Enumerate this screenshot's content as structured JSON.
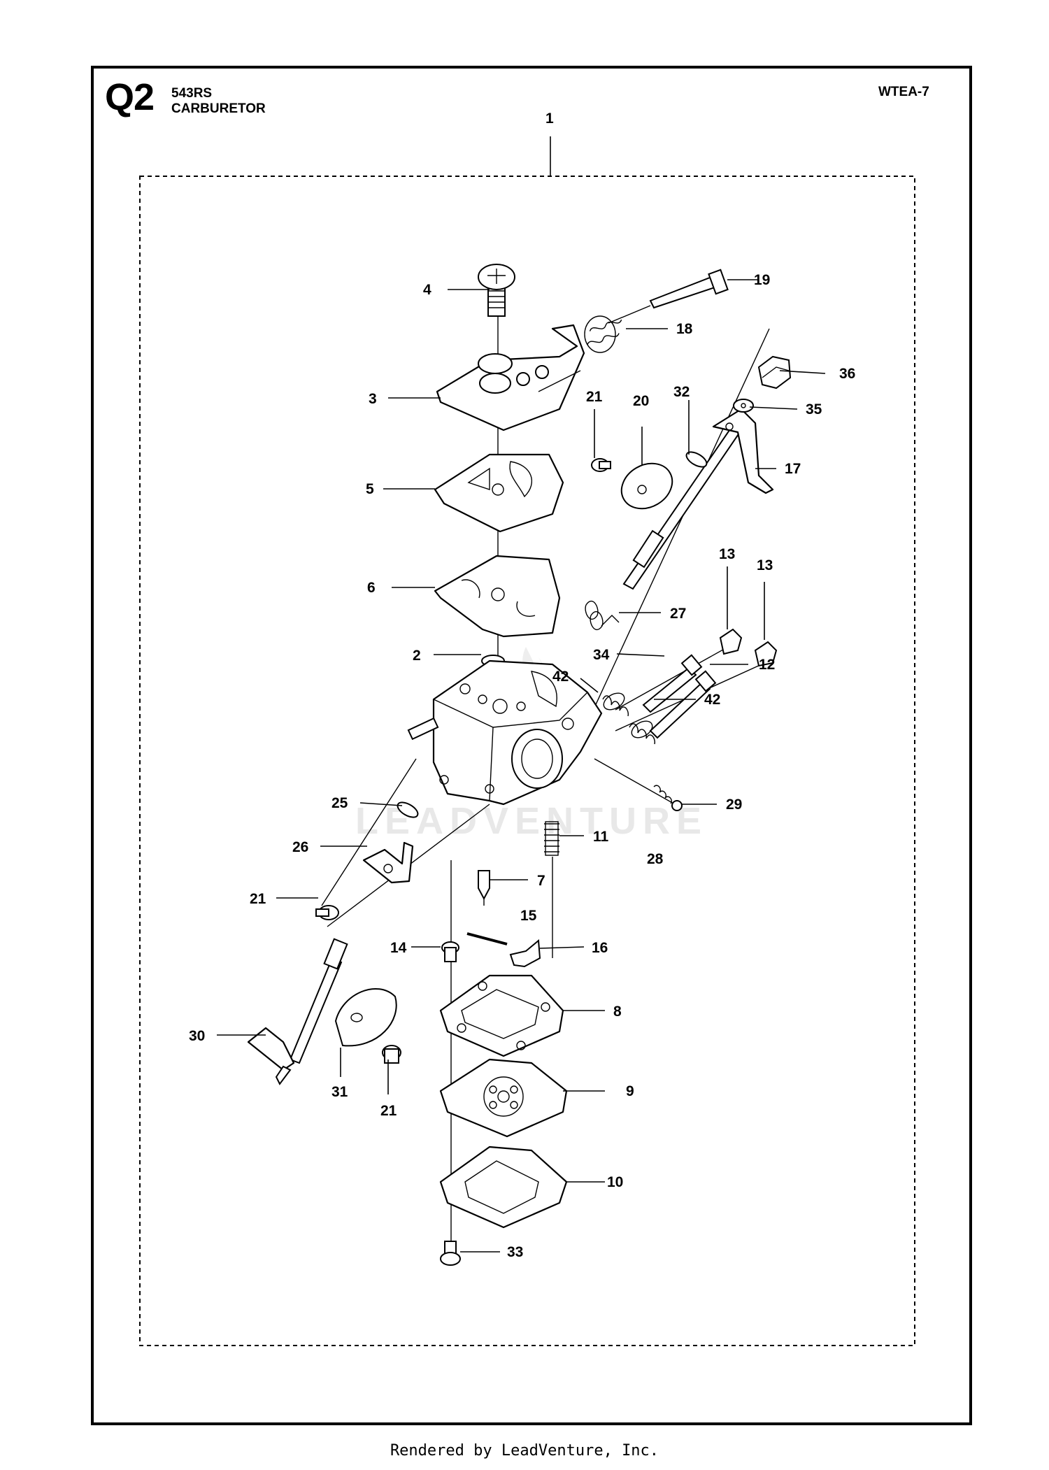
{
  "header": {
    "section_code": "Q2",
    "model": "543RS",
    "assembly_name": "CARBURETOR",
    "diagram_ref": "WTEA-7"
  },
  "watermark": "LEADVENTURE",
  "footer": {
    "credit": "Rendered by LeadVenture, Inc."
  },
  "callouts": [
    {
      "id": "c1",
      "label": "1"
    },
    {
      "id": "c4",
      "label": "4"
    },
    {
      "id": "c19",
      "label": "19"
    },
    {
      "id": "c18",
      "label": "18"
    },
    {
      "id": "c36",
      "label": "36"
    },
    {
      "id": "c3",
      "label": "3"
    },
    {
      "id": "c21a",
      "label": "21"
    },
    {
      "id": "c20",
      "label": "20"
    },
    {
      "id": "c32",
      "label": "32"
    },
    {
      "id": "c35",
      "label": "35"
    },
    {
      "id": "c17",
      "label": "17"
    },
    {
      "id": "c5",
      "label": "5"
    },
    {
      "id": "c13a",
      "label": "13"
    },
    {
      "id": "c13b",
      "label": "13"
    },
    {
      "id": "c6",
      "label": "6"
    },
    {
      "id": "c27",
      "label": "27"
    },
    {
      "id": "c2",
      "label": "2"
    },
    {
      "id": "c34",
      "label": "34"
    },
    {
      "id": "c12",
      "label": "12"
    },
    {
      "id": "c42a",
      "label": "42"
    },
    {
      "id": "c42b",
      "label": "42"
    },
    {
      "id": "c25",
      "label": "25"
    },
    {
      "id": "c29",
      "label": "29"
    },
    {
      "id": "c11",
      "label": "11"
    },
    {
      "id": "c28",
      "label": "28"
    },
    {
      "id": "c26",
      "label": "26"
    },
    {
      "id": "c7",
      "label": "7"
    },
    {
      "id": "c21b",
      "label": "21"
    },
    {
      "id": "c15",
      "label": "15"
    },
    {
      "id": "c14",
      "label": "14"
    },
    {
      "id": "c16",
      "label": "16"
    },
    {
      "id": "c8",
      "label": "8"
    },
    {
      "id": "c30",
      "label": "30"
    },
    {
      "id": "c9",
      "label": "9"
    },
    {
      "id": "c31",
      "label": "31"
    },
    {
      "id": "c21c",
      "label": "21"
    },
    {
      "id": "c10",
      "label": "10"
    },
    {
      "id": "c33",
      "label": "33"
    }
  ]
}
